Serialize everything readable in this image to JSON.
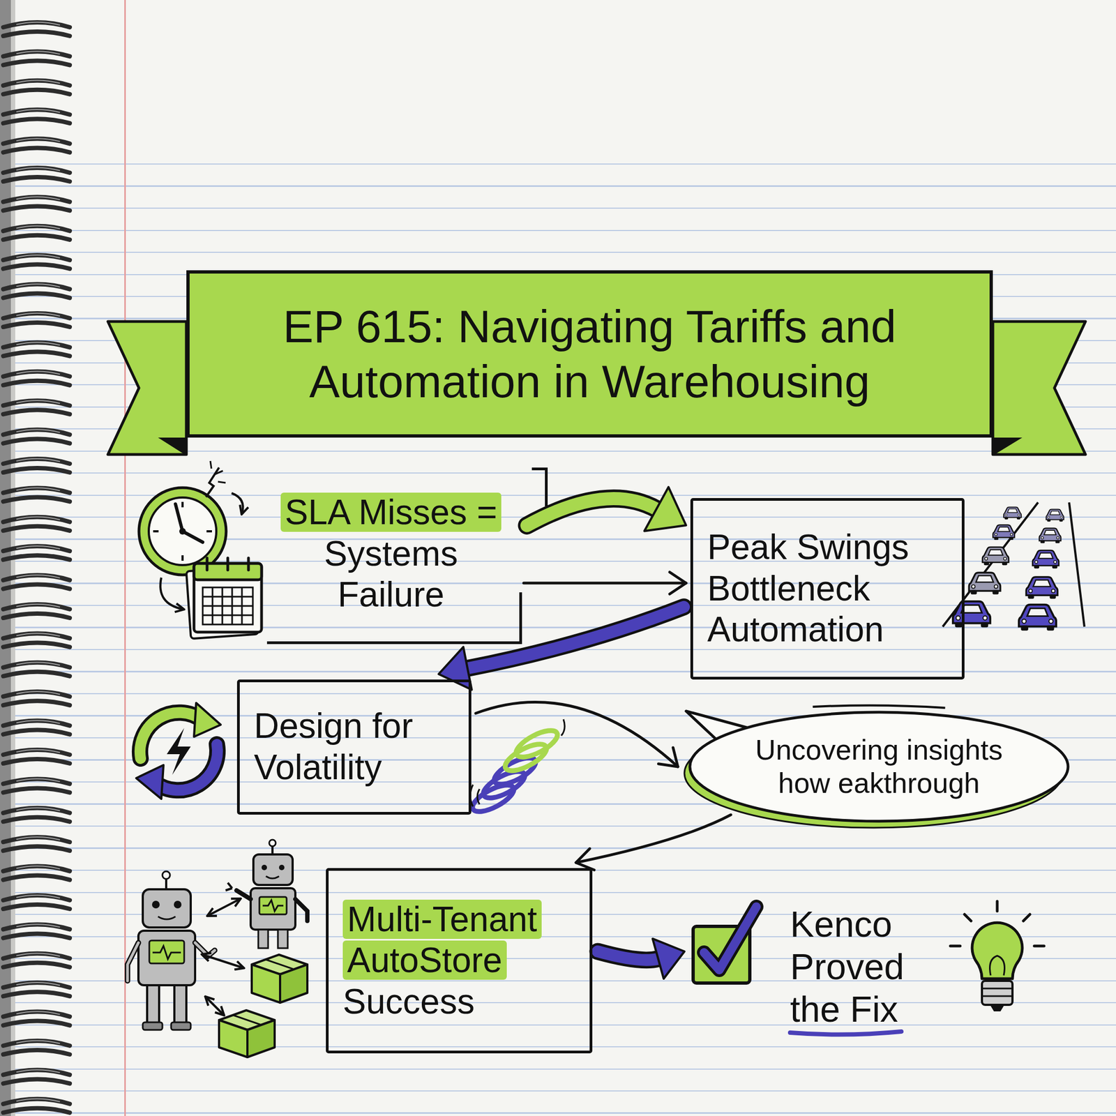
{
  "diagram": {
    "title": "EP 615: Navigating Tariffs and Automation in Warehousing",
    "nodes": [
      {
        "text": [
          "SLA Misses =",
          "Systems Failure"
        ]
      },
      {
        "text": [
          "Peak Swings Bottleneck Automation"
        ]
      },
      {
        "text": [
          "Design for Volatility"
        ]
      },
      {
        "text": [
          "Uncovering insights how eakthrough"
        ]
      },
      {
        "text": [
          "Multi-Tenant AutoStore",
          "Success"
        ]
      },
      {
        "text": [
          "Kenco Proved the Fix"
        ]
      }
    ],
    "edges": [
      {
        "from": 0,
        "to": 1,
        "arrow": "to"
      },
      {
        "from": 0,
        "to": 1,
        "arrow": "to"
      },
      {
        "from": 1,
        "to": 2,
        "arrow": "to"
      },
      {
        "from": 2,
        "to": 3,
        "arrow": "to"
      },
      {
        "from": 3,
        "to": 4,
        "arrow": "to"
      },
      {
        "from": 4,
        "to": 5,
        "arrow": "to"
      }
    ]
  }
}
